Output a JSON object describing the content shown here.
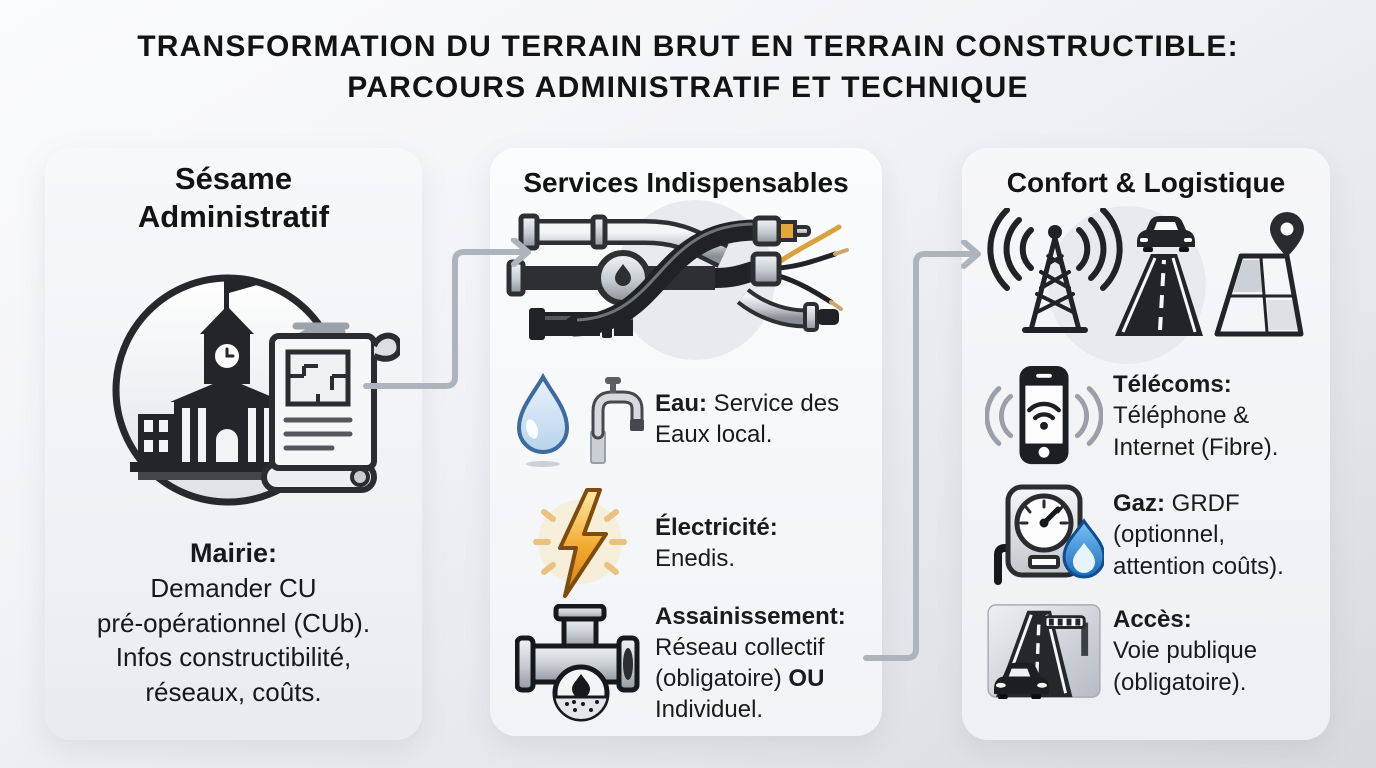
{
  "title": "TRANSFORMATION DU TERRAIN BRUT EN TERRAIN CONSTRUCTIBLE:\nPARCOURS ADMINISTRATIF ET TECHNIQUE",
  "columns": {
    "admin": {
      "header": "Sésame\nAdministratif",
      "illustration": "town-hall-and-permit-scroll",
      "note_label": "Mairie:",
      "note_body": "Demander CU\npré-opérationnel (CUb).\nInfos constructibilité,\nréseaux, coûts."
    },
    "services": {
      "header": "Services Indispensables",
      "illustration": "pipes-and-cables-bundle",
      "items": [
        {
          "icon": "water-drop-and-faucet-icon",
          "label": "Eau:",
          "text": " Service des\nEaux local."
        },
        {
          "icon": "lightning-bolt-icon",
          "label": "Électricité:",
          "text": "\nEnedis."
        },
        {
          "icon": "sewer-tee-pipe-icon",
          "label": "Assainissement:",
          "text_1": "\nRéseau collectif\n(obligatoire) ",
          "text_strong": "OU",
          "text_2": "\nIndividuel."
        }
      ]
    },
    "comfort": {
      "header": "Confort & Logistique",
      "illustration": "antenna-road-and-map",
      "items": [
        {
          "icon": "smartphone-wifi-icon",
          "label": "Télécoms:",
          "text": "\nTéléphone &\nInternet (Fibre)."
        },
        {
          "icon": "gas-meter-flame-icon",
          "label": "Gaz:",
          "text": " GRDF\n(optionnel,\nattention coûts)."
        },
        {
          "icon": "road-barrier-icon",
          "label": "Accès:",
          "text": "\nVoie publique\n(obligatoire)."
        }
      ]
    }
  },
  "colors": {
    "background_start": "#fbfcfd",
    "background_end": "#d7d9de",
    "panel": "#f4f6f8",
    "text": "#17181a",
    "arrow_gray": "#aeb4bc",
    "water_blue": "#b7d3ec",
    "bolt_orange": "#f2a92f",
    "flame_blue": "#1a6cbe",
    "wire_copper": "#d9a23c"
  }
}
